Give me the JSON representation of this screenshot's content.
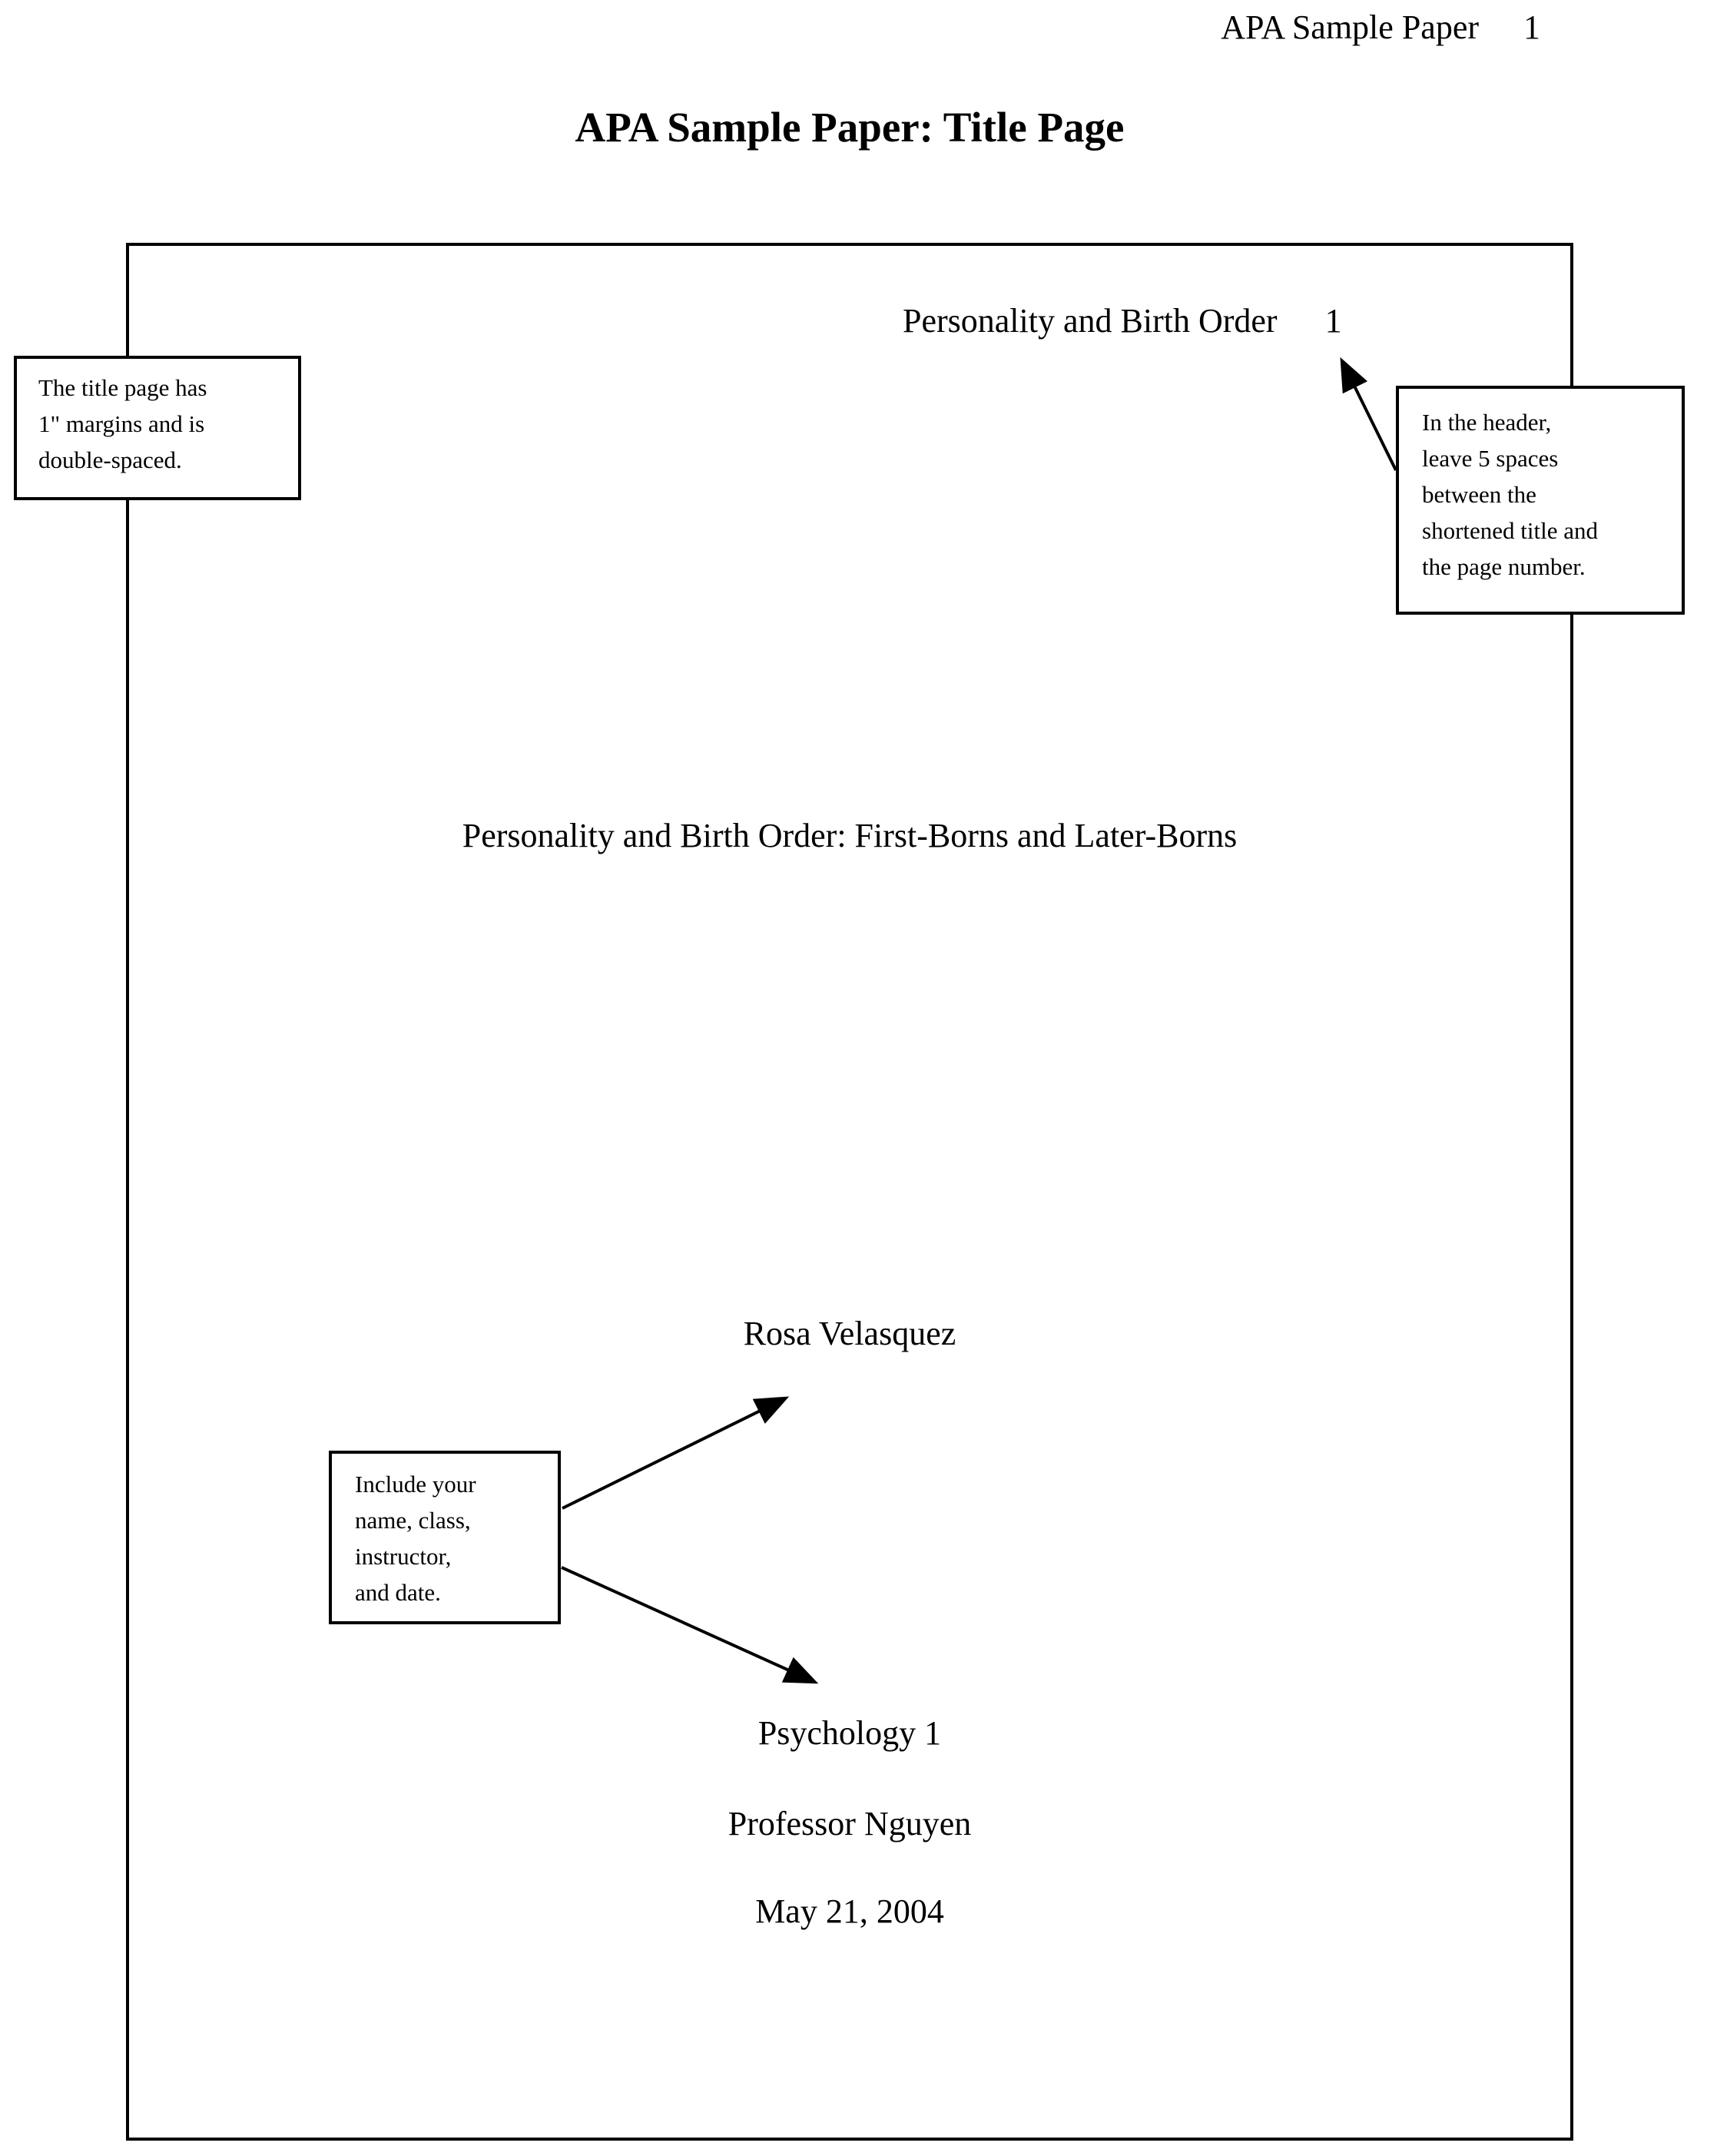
{
  "document": {
    "running_head": {
      "title": "APA Sample Paper",
      "page_number": "1"
    },
    "main_title": "APA Sample Paper: Title Page",
    "page": {
      "header": {
        "short_title": "Personality and Birth Order",
        "page_number": "1"
      },
      "title": "Personality and Birth Order: First-Borns and Later-Borns",
      "author": "Rosa Velasquez",
      "course": "Psychology 1",
      "instructor": "Professor Nguyen",
      "date": "May 21, 2004"
    },
    "annotations": {
      "margins_note": "The title page has\n1\" margins and is\ndouble-spaced.",
      "header_note": "In the header,\nleave 5 spaces\nbetween the\nshortened title and\nthe page number.",
      "byline_note": "Include your\nname, class,\ninstructor,\nand date."
    },
    "colors": {
      "ink": "#000000",
      "paper": "#ffffff"
    }
  }
}
